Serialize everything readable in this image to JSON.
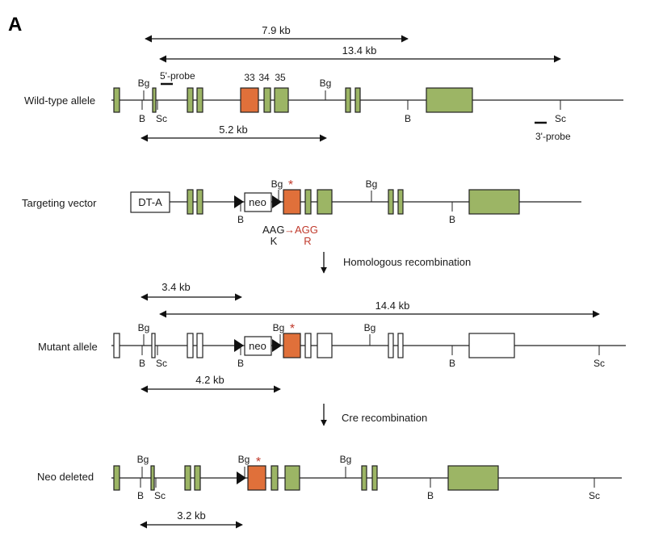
{
  "panel_label": "A",
  "rows": {
    "wildtype": "Wild-type allele",
    "targeting": "Targeting vector",
    "mutant": "Mutant allele",
    "neo_deleted": "Neo deleted"
  },
  "distances": {
    "wt_7_9": "7.9 kb",
    "wt_13_4": "13.4 kb",
    "wt_5_2": "5.2 kb",
    "mut_3_4": "3.4 kb",
    "mut_14_4": "14.4 kb",
    "mut_4_2": "4.2 kb",
    "neo_3_2": "3.2 kb"
  },
  "probes": {
    "five_prime": "5'-probe",
    "three_prime": "3'-probe"
  },
  "exons": {
    "e33": "33",
    "e34": "34",
    "e35": "35"
  },
  "sites": {
    "bg": "Bg",
    "b": "B",
    "sc": "Sc"
  },
  "cassettes": {
    "dta": "DT-A",
    "neo": "neo"
  },
  "mutation": {
    "codon_from": "AAG",
    "codon_to": "→AGG",
    "aa_from": "K",
    "aa_to": "R",
    "star": "*"
  },
  "steps": {
    "homologous": "Homologous recombination",
    "cre": "Cre recombination"
  },
  "colors": {
    "green_exon": "#9cb565",
    "mutated_exon": "#e0703a",
    "mutation_text": "#c0392b"
  }
}
